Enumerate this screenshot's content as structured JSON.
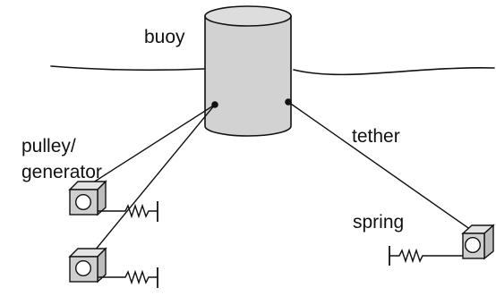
{
  "labels": {
    "buoy": "buoy",
    "pulley_line1": "pulley/",
    "pulley_line2": "generator",
    "tether": "tether",
    "spring": "spring"
  },
  "colors": {
    "line": "#111111",
    "cylinder_fill": "#d2d2d2",
    "box_fill": "#cfcfcf",
    "box_side": "#bdbdbd",
    "box_top": "#e4e4e4"
  }
}
